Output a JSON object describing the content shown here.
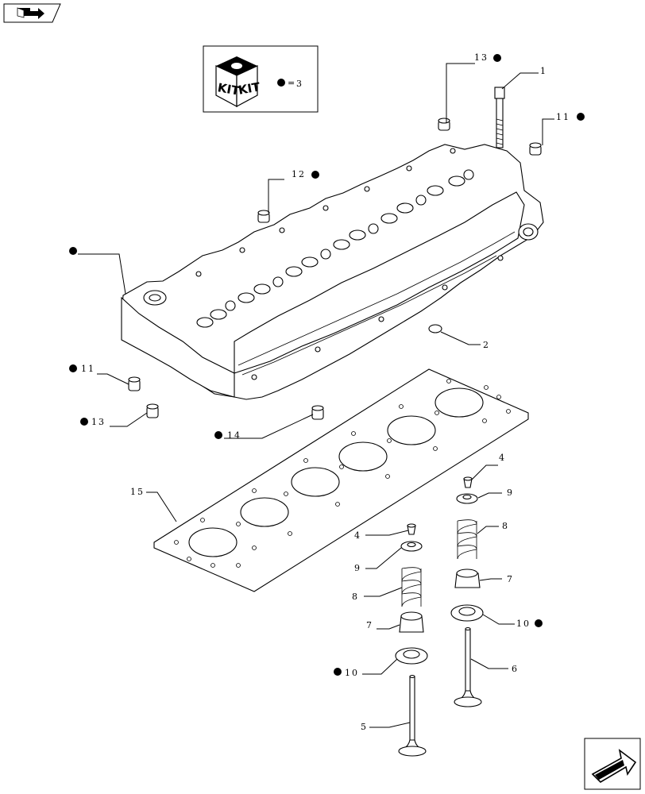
{
  "nav": {
    "prev_icon": "book-arrow-icon",
    "next_icon": "next-page-arrow-icon"
  },
  "kit": {
    "label_left": "KIT",
    "label_right": "KIT",
    "equals": "=",
    "ref": "3"
  },
  "callouts": {
    "c1": "1",
    "c2": "2",
    "c4a": "4",
    "c4b": "4",
    "c5": "5",
    "c6": "6",
    "c7a": "7",
    "c7b": "7",
    "c8a": "8",
    "c8b": "8",
    "c9a": "9",
    "c9b": "9",
    "c10a": "10",
    "c10b": "10",
    "c11a": "11",
    "c11b": "11",
    "c12": "12",
    "c13a": "13",
    "c13b": "13",
    "c14": "14",
    "c15": "15"
  },
  "colors": {
    "ink": "#000000",
    "paper": "#ffffff"
  }
}
